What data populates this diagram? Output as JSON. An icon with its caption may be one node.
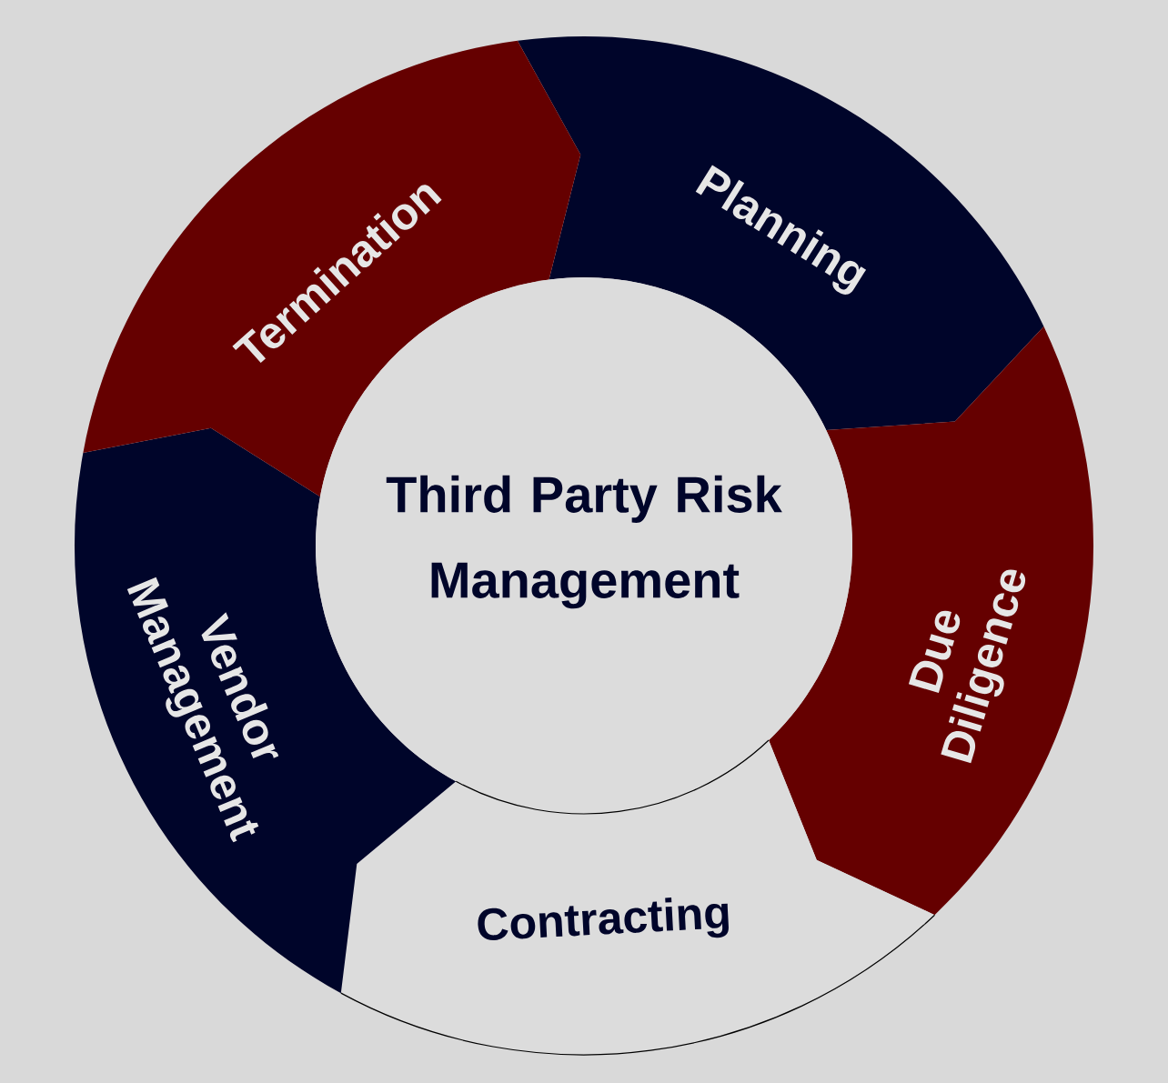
{
  "diagram": {
    "nodes": [
      {
        "text": [
          "Third Party Risk Management"
        ]
      },
      {
        "text": [
          "Planning"
        ]
      },
      {
        "text": [
          "Due Diligence"
        ]
      },
      {
        "text": [
          "Contracting"
        ]
      },
      {
        "text": [
          "Vendor Management"
        ]
      },
      {
        "text": [
          "Termination"
        ]
      }
    ]
  }
}
